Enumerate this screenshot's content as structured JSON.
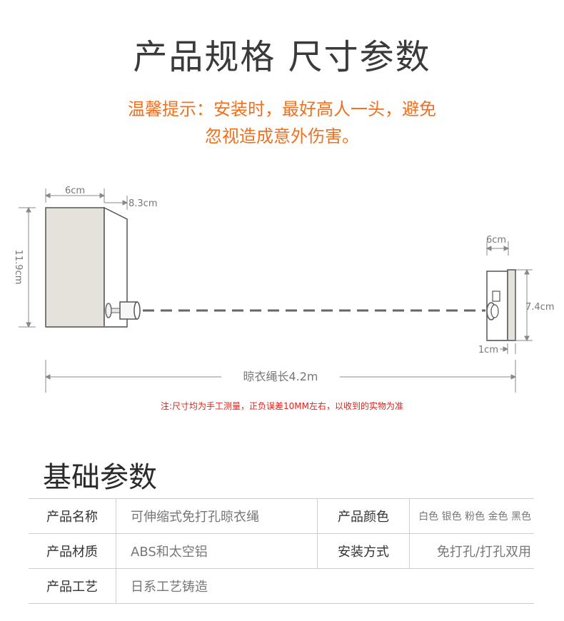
{
  "title": "产品规格 尺寸参数",
  "tip": {
    "line1": "温馨提示：安装时，最好高人一头，避免",
    "line2": "忽视造成意外伤害。"
  },
  "diagram": {
    "left_width": "6cm",
    "left_depth": "8.3cm",
    "left_height": "11.9cm",
    "right_width": "6cm",
    "right_height": "7.4cm",
    "right_depth": "1cm",
    "rope_length": "晾衣绳长4.2m"
  },
  "note": "注:尺寸均为手工测量，正负误差10MM左右，以收到的实物为准",
  "section_title": "基础参数",
  "params": {
    "row1": {
      "label": "产品名称",
      "value": "可伸缩式免打孔晾衣绳",
      "label2": "产品颜色",
      "value2": "白色 银色 粉色 金色 黑色"
    },
    "row2": {
      "label": "产品材质",
      "value": "ABS和太空铝",
      "label2": "安装方式",
      "value2": "免打孔/打孔双用"
    },
    "row3": {
      "label": "产品工艺",
      "value": "日系工艺铸造"
    }
  },
  "colors": {
    "accent_orange": "#f07020",
    "note_red": "#e0201a"
  }
}
